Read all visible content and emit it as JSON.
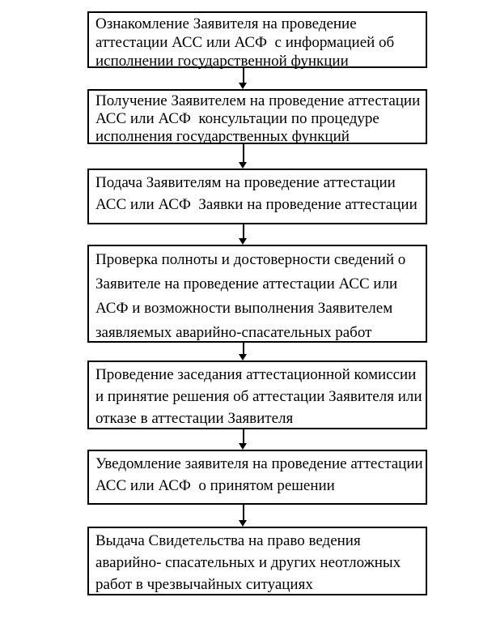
{
  "flowchart": {
    "colors": {
      "box_border": "#000000",
      "box_fill": "#ffffff",
      "text": "#000000",
      "arrow": "#000000",
      "page_background": "#ffffff"
    },
    "connector": {
      "icon": "arrow-down-icon",
      "direction": "down"
    },
    "steps": [
      {
        "id": 1,
        "lines": [
          "Ознакомление Заявителя на проведение",
          "аттестации АСС или АСФ  с информацией об",
          "исполнении государственной функции"
        ]
      },
      {
        "id": 2,
        "lines": [
          "Получение Заявителем на проведение аттестации",
          "АСС или АСФ  консультации по процедуре",
          "исполнения государственных функций"
        ]
      },
      {
        "id": 3,
        "lines": [
          "Подача Заявителям на проведение аттестации",
          "АСС или АСФ  Заявки на проведение аттестации"
        ]
      },
      {
        "id": 4,
        "lines": [
          "Проверка полноты и достоверности сведений о",
          "Заявителе на проведение аттестации АСС или",
          "АСФ и возможности выполнения Заявителем",
          "заявляемых аварийно-спасательных работ"
        ]
      },
      {
        "id": 5,
        "lines": [
          "Проведение заседания аттестационной комиссии",
          "и принятие решения об аттестации Заявителя или",
          "отказе в аттестации Заявителя"
        ]
      },
      {
        "id": 6,
        "lines": [
          "Уведомление заявителя на проведение аттестации",
          "АСС или АСФ  о принятом решении"
        ]
      },
      {
        "id": 7,
        "lines": [
          "Выдача Свидетельства на право ведения",
          "аварийно- спасательных и других неотложных",
          "работ в чрезвычайных ситуациях"
        ]
      }
    ]
  }
}
